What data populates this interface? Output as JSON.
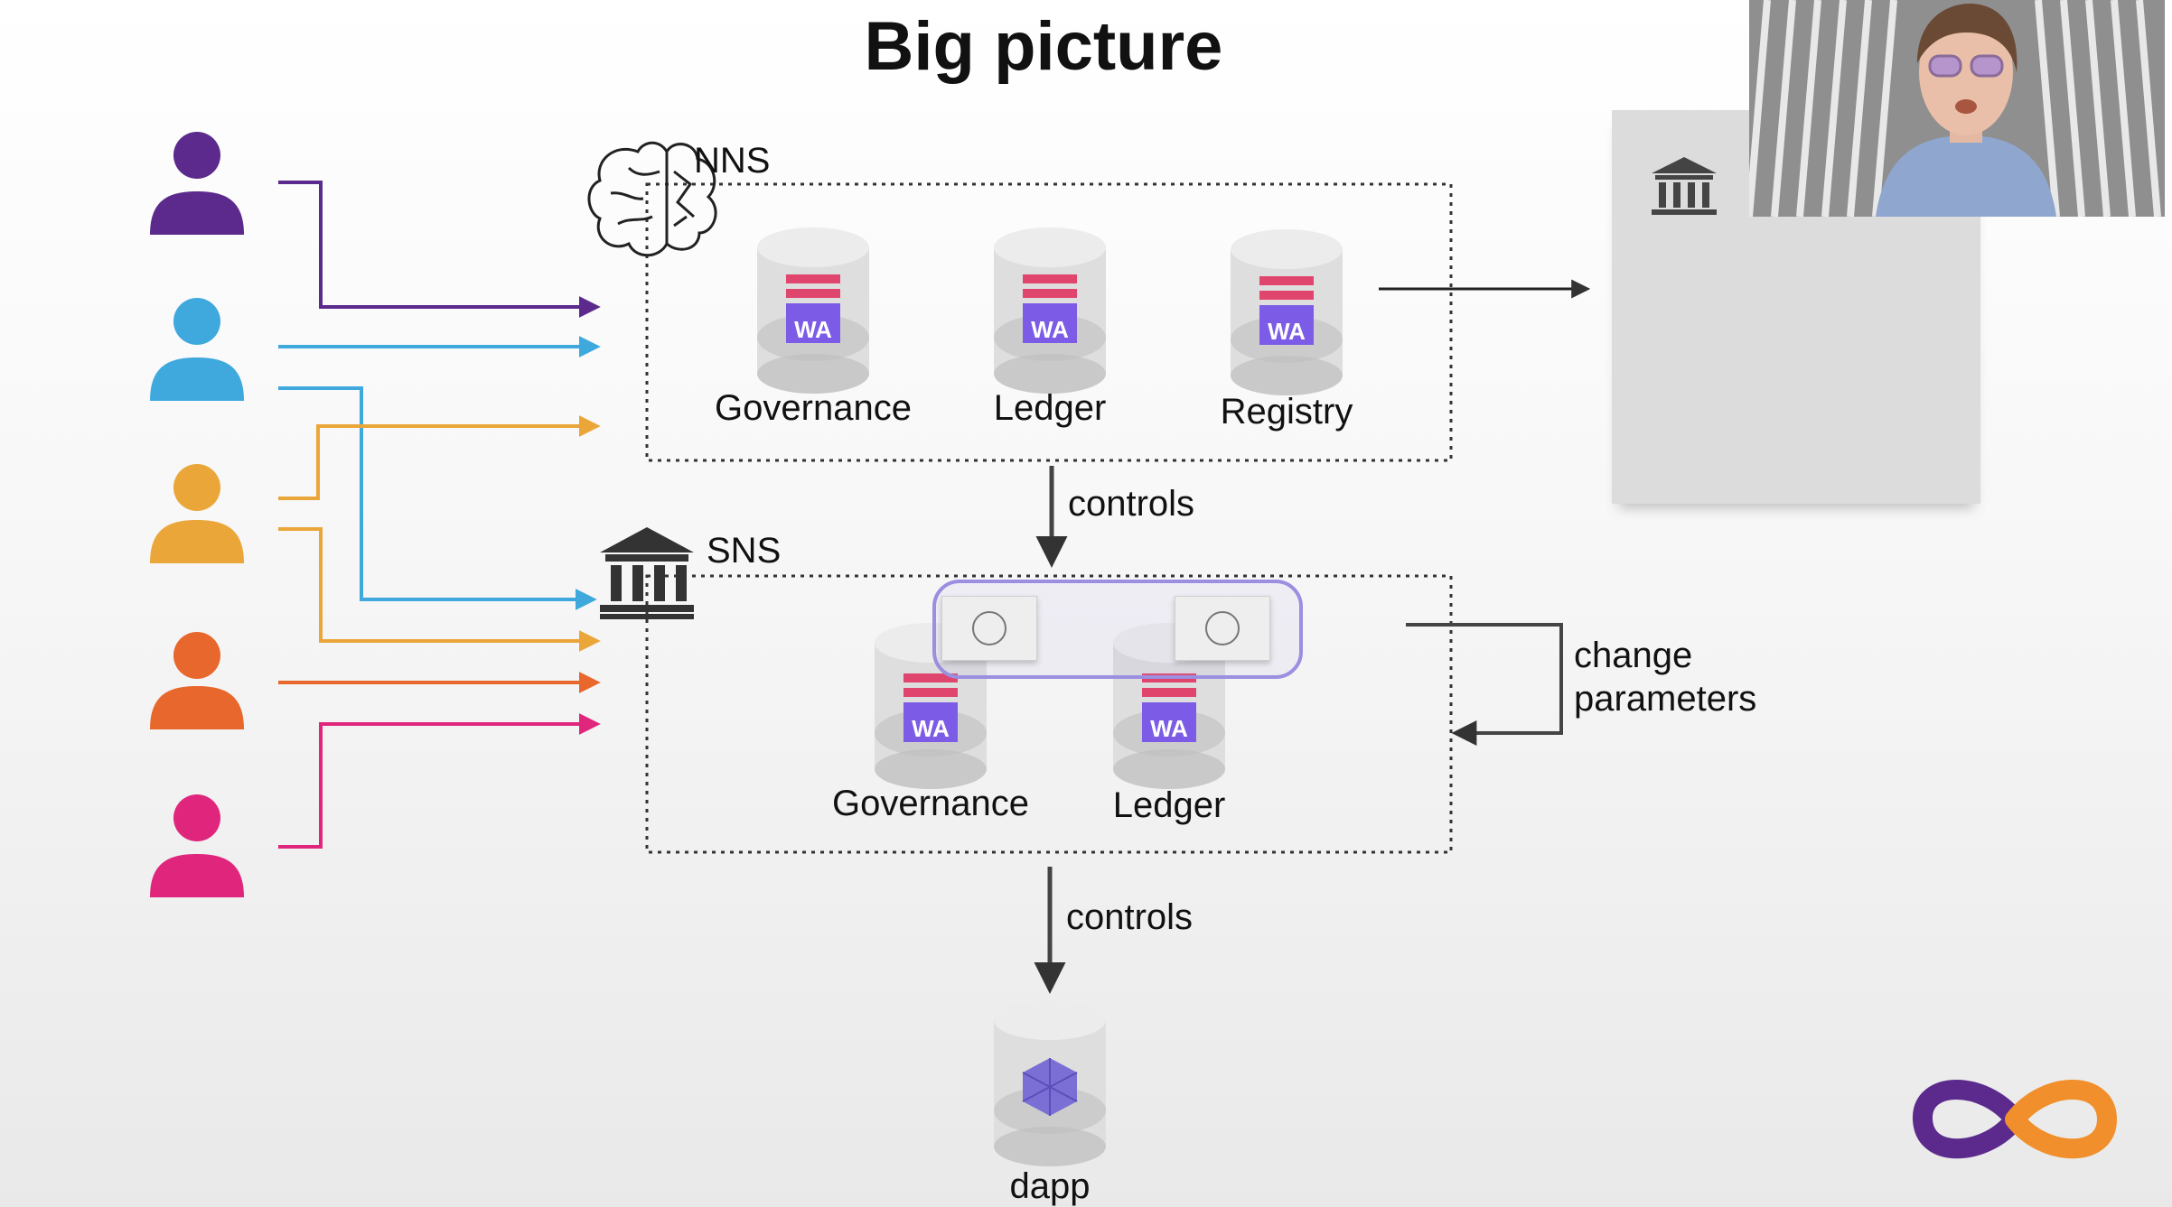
{
  "slide": {
    "title": "Big picture",
    "nns": {
      "label": "NNS",
      "canisters": [
        "Governance",
        "Ledger",
        "Registry"
      ],
      "badge": "WA"
    },
    "sns": {
      "label": "SNS",
      "canisters": [
        "Governance",
        "Ledger"
      ],
      "badge": "WA"
    },
    "edges": {
      "nns_to_sns": "controls",
      "sns_to_dapp": "controls",
      "self_loop_line1": "change",
      "self_loop_line2": "parameters"
    },
    "dapp": {
      "label": "dapp"
    },
    "users": [
      {
        "color": "#5b2a8c"
      },
      {
        "color": "#3fa9dd"
      },
      {
        "color": "#eba63a"
      },
      {
        "color": "#e8672c"
      },
      {
        "color": "#e0267c"
      }
    ],
    "colors": {
      "wa_purple": "#7c5ce6",
      "wa_stripe": "#e0456d",
      "cylinder": "#d9d9d9",
      "dapp_icon": "#7b6fd6",
      "logo_left": "#5b2a8c",
      "logo_right": "#f08f2b"
    }
  }
}
